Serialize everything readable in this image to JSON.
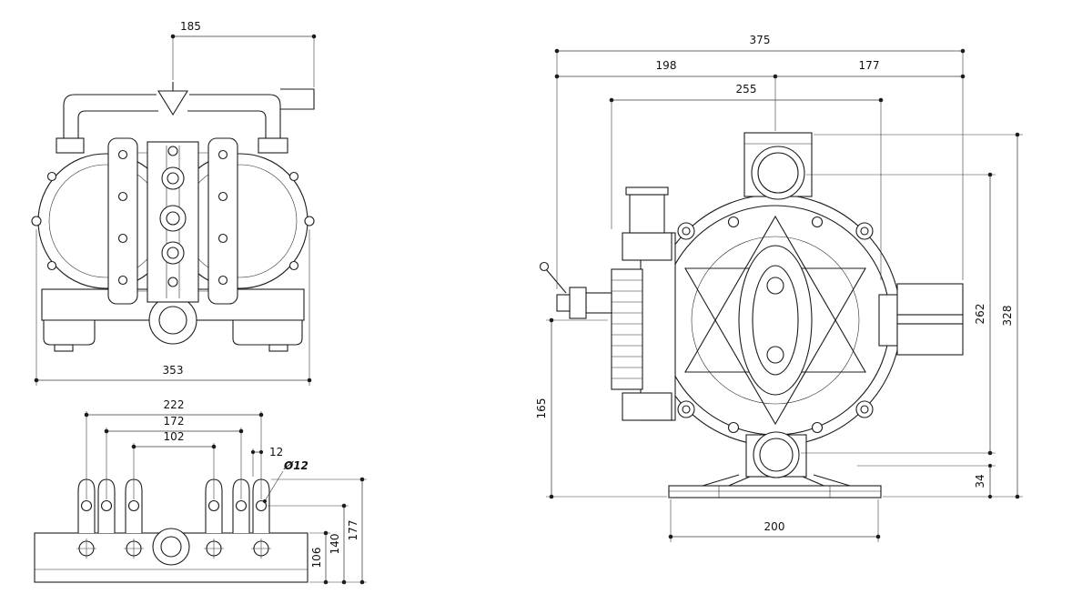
{
  "dimensions": {
    "front_view": {
      "top_width": "185",
      "overall_width": "353"
    },
    "base_view": {
      "bolt_span_outer": "222",
      "bolt_span_mid": "172",
      "bolt_span_inner": "102",
      "edge_offset": "12",
      "hole_callout": "Ø12",
      "height_inner": "106",
      "height_mid": "140",
      "height_outer": "177"
    },
    "side_view": {
      "overall_width": "375",
      "width_left": "198",
      "width_right": "177",
      "body_width": "255",
      "centerline_height": "165",
      "port_span": "262",
      "overall_height": "328",
      "base_height": "34",
      "base_width": "200"
    }
  }
}
